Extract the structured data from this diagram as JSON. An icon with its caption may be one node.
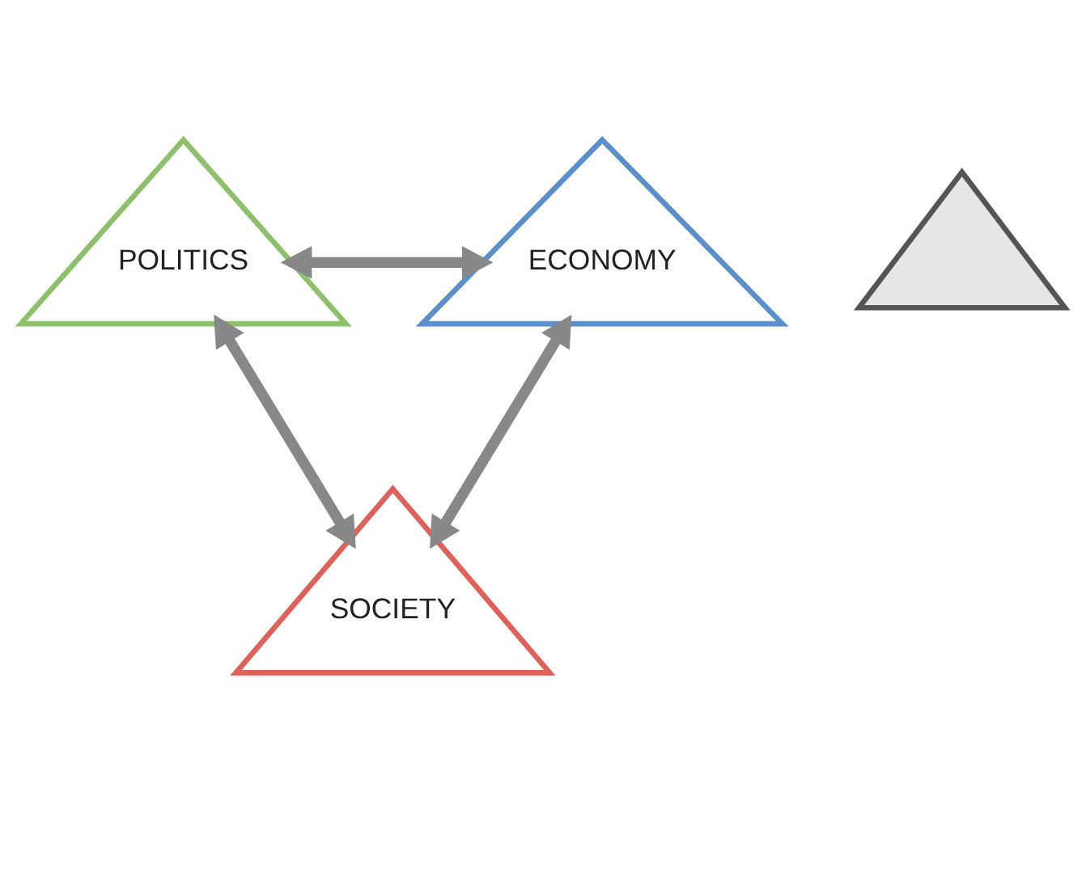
{
  "diagram": {
    "nodes": [
      {
        "text": [
          "POLITICS"
        ]
      },
      {
        "text": [],
        "shape": "triangle"
      },
      {
        "text": [
          "ECONOMY"
        ]
      },
      {
        "text": [
          "SOCIETY"
        ]
      }
    ],
    "edges": [
      {
        "from": 0,
        "to": 2,
        "arrow": "both"
      },
      {
        "from": 2,
        "to": 3,
        "arrow": "both"
      },
      {
        "from": 3,
        "to": 0,
        "arrow": "both"
      }
    ]
  }
}
